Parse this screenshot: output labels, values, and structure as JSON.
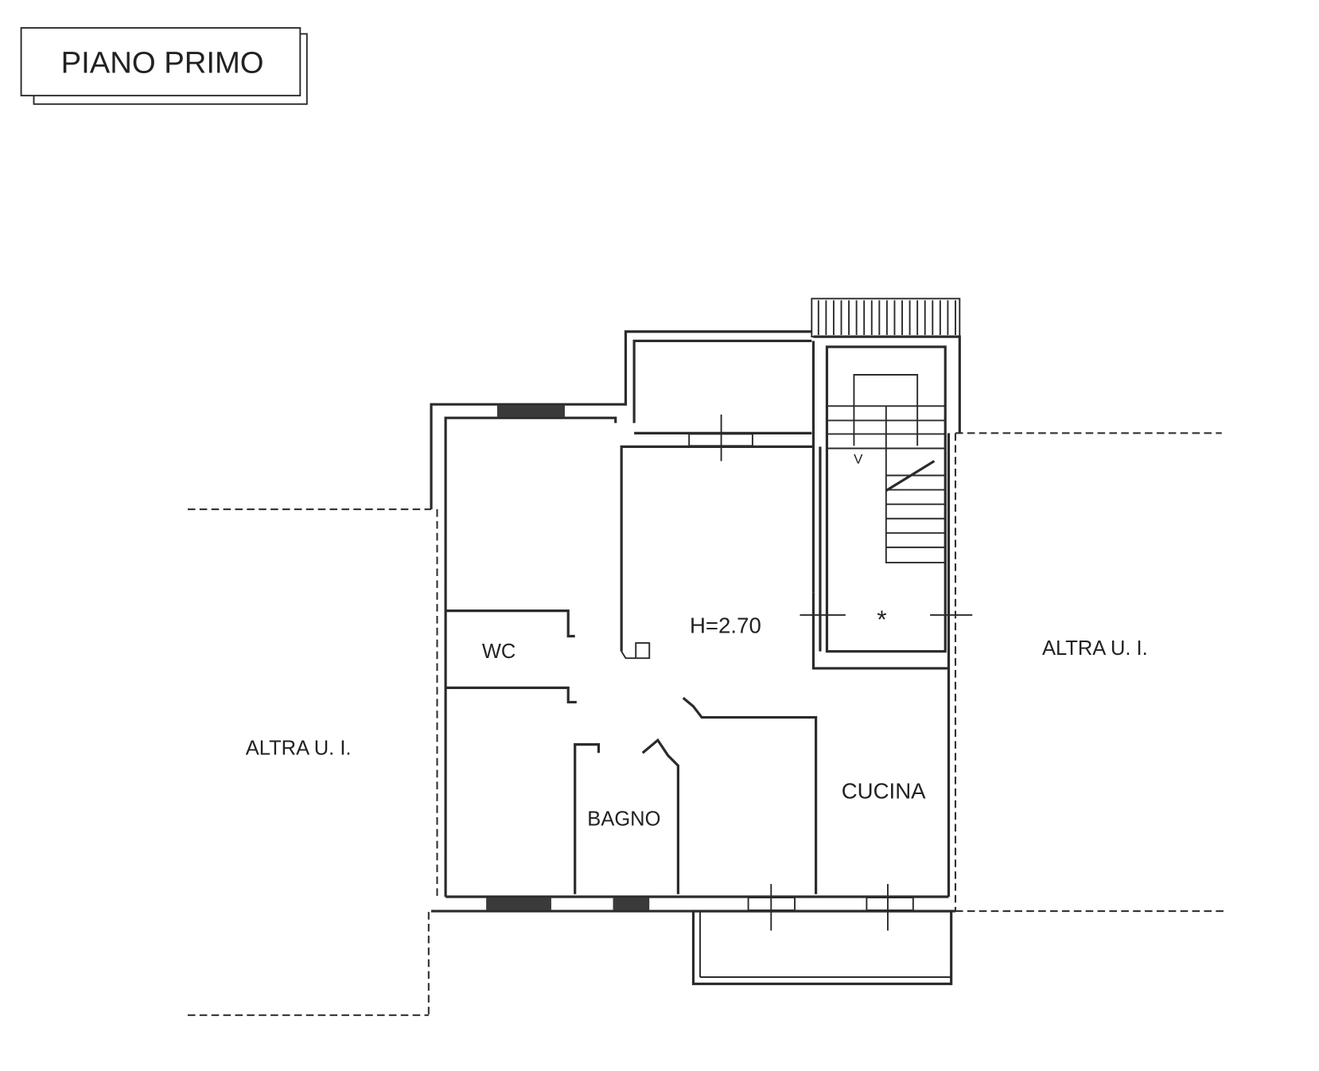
{
  "title": "PIANO PRIMO",
  "height_label": "H=2.70",
  "rooms": {
    "wc": "WC",
    "bagno": "BAGNO",
    "cucina": "CUCINA"
  },
  "neighbors": {
    "left": "ALTRA U. I.",
    "right": "ALTRA U. I."
  },
  "stair_symbol": "*"
}
